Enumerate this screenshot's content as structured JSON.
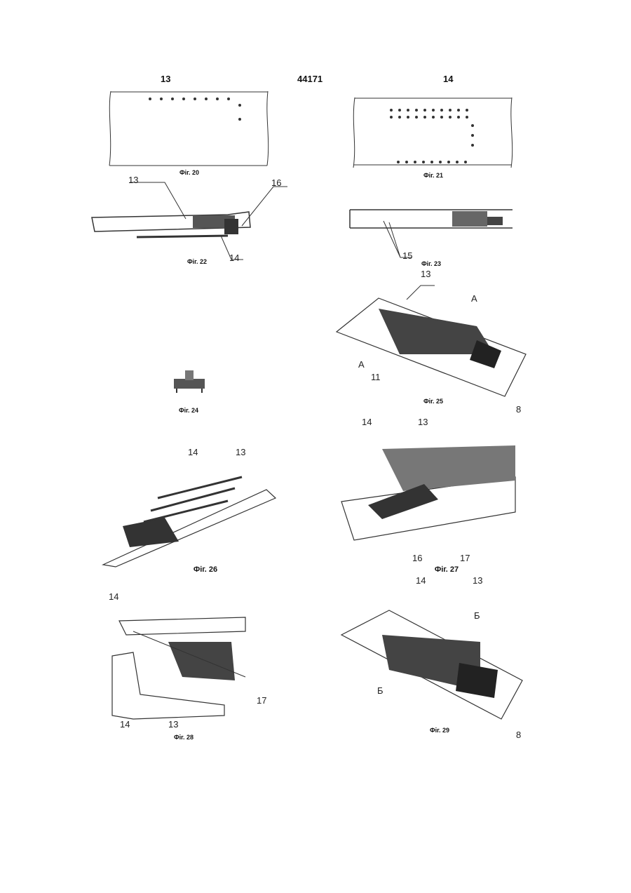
{
  "header": {
    "left_page": "13",
    "patent_number": "44171",
    "right_page": "14"
  },
  "figures": [
    {
      "caption": "Фіг. 20"
    },
    {
      "caption": "Фіг. 21"
    },
    {
      "caption": "Фіг. 22",
      "labels": [
        "13",
        "16",
        "14"
      ]
    },
    {
      "caption": "Фіг. 23",
      "labels": [
        "15"
      ]
    },
    {
      "caption": "Фіг. 24"
    },
    {
      "caption": "Фіг. 25",
      "labels": [
        "13",
        "A",
        "A",
        "11",
        "8"
      ]
    },
    {
      "caption": "Фіг. 26",
      "labels": [
        "14",
        "13"
      ]
    },
    {
      "caption": "Фіг. 27",
      "labels": [
        "14",
        "13",
        "16",
        "17"
      ]
    },
    {
      "caption": "Фіг. 28",
      "labels": [
        "14",
        "17",
        "14",
        "13"
      ]
    },
    {
      "caption": "Фіг. 29",
      "labels": [
        "14",
        "13",
        "Б",
        "Б",
        "8"
      ]
    }
  ]
}
